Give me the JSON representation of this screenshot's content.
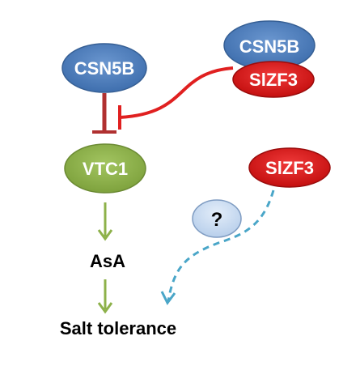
{
  "diagram": {
    "nodes": {
      "csn5b_left": "CSN5B",
      "csn5b_complex": "CSN5B",
      "slzf3_complex": "SlZF3",
      "vtc1": "VTC1",
      "slzf3_free": "SlZF3",
      "unknown": "?",
      "asa": "AsA",
      "salt_tolerance": "Salt tolerance"
    },
    "colors": {
      "csn5b_fill": "#4f7fbd",
      "slzf3_fill": "#e21a1a",
      "vtc1_fill": "#8db14a",
      "unknown_fill": "#c9dbf1",
      "inhibit_red": "#e02020",
      "inhibit_darkred": "#b03030",
      "activate_green": "#8db14a",
      "dashed_blue": "#4aa6c8"
    }
  }
}
